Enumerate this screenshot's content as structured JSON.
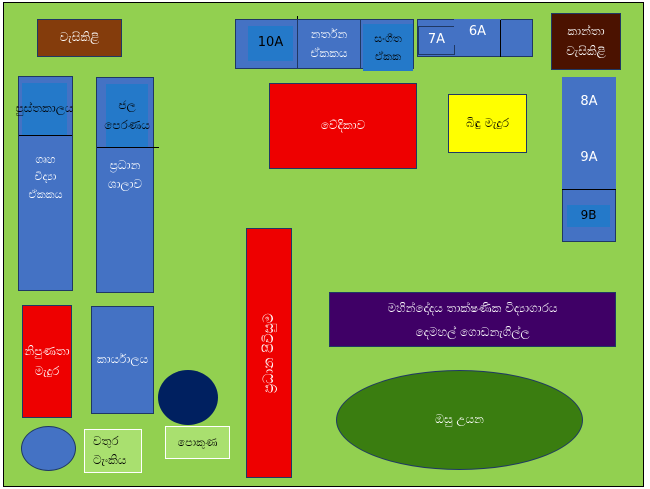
{
  "labels": {
    "toilet": "වැසිකිළි",
    "girls_toilet": "කාන්තා වැසිකිළි",
    "c10a": "10A",
    "dance": "නර්තන ඒකකය",
    "music": "සංගීත ඒකක",
    "c7a": "7A",
    "c6a": "6A",
    "stage": "වේදිකාව",
    "bindu": "බිඳු මැදුර",
    "c8a": "8A",
    "c9a": "9A",
    "c9b": "9B",
    "library": "පුස්තකාලය",
    "home_science": "ගෘහ විද්‍යා ඒකකය",
    "water_lab": "ජල පෙරණය",
    "main_hall": "ප්‍රධාන ශාලාව",
    "nipunatha": "නිපුණතා මැදුර",
    "office": "කාර්යාලය",
    "water_tank": "වතුර ටැංකිය",
    "pond": "පොකුණ",
    "main_entrance": "ප්‍රධාන පිවිසුම",
    "tech_lab": "මහින්දෝදය තාක්ෂණික විද්‍යාගාරය",
    "two_storey": "දෙමහල් ගොඩනැගිල්ල",
    "herb_garden": "ඔසු උයන"
  },
  "colors": {
    "ground": "#92D050",
    "blue": "#4472C4",
    "red": "#EE0000",
    "brown": "#843C0C",
    "purple": "#3F0066"
  }
}
